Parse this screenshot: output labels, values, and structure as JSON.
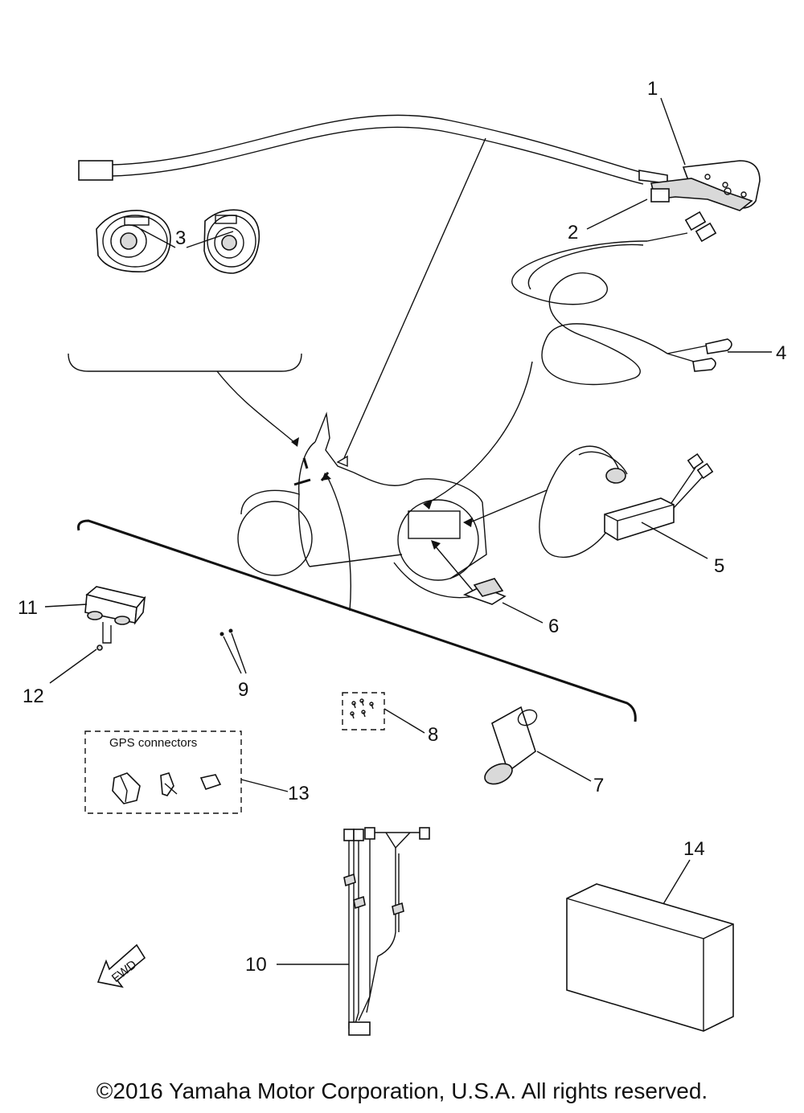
{
  "callouts": [
    {
      "id": "1",
      "label": "1"
    },
    {
      "id": "2",
      "label": "2"
    },
    {
      "id": "3",
      "label": "3"
    },
    {
      "id": "4",
      "label": "4"
    },
    {
      "id": "5",
      "label": "5"
    },
    {
      "id": "6",
      "label": "6"
    },
    {
      "id": "7",
      "label": "7"
    },
    {
      "id": "8",
      "label": "8"
    },
    {
      "id": "9",
      "label": "9"
    },
    {
      "id": "10",
      "label": "10"
    },
    {
      "id": "11",
      "label": "11"
    },
    {
      "id": "12",
      "label": "12"
    },
    {
      "id": "13",
      "label": "13"
    },
    {
      "id": "14",
      "label": "14"
    }
  ],
  "gps_box_label": "GPS connectors",
  "fwd_label": "FWD",
  "copyright": "©2016 Yamaha Motor Corporation, U.S.A. All rights reserved."
}
